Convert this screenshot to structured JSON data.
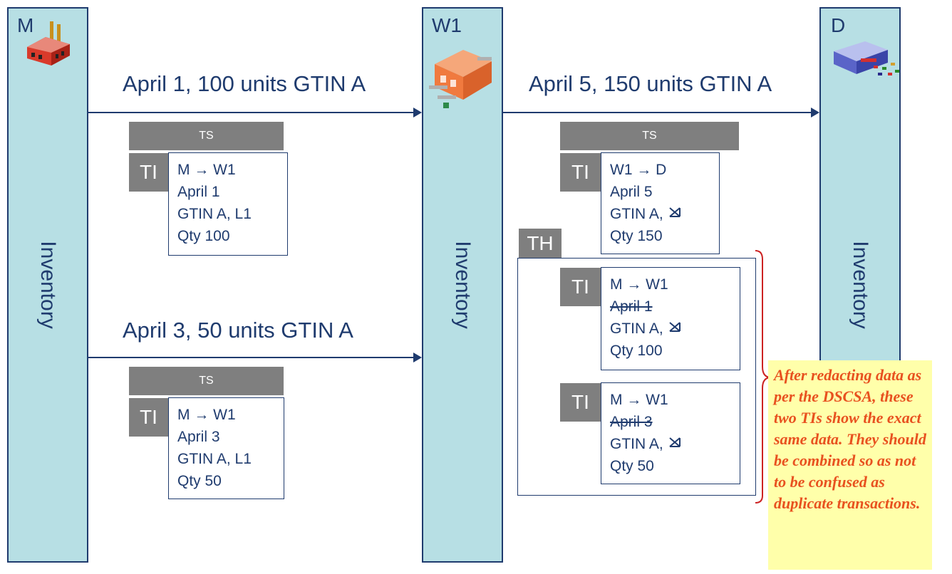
{
  "columns": [
    {
      "letter": "M",
      "label": "Inventory"
    },
    {
      "letter": "W1",
      "label": "Inventory"
    },
    {
      "letter": "D",
      "label": "Inventory"
    }
  ],
  "flows": [
    {
      "label": "April 1, 100 units GTIN A"
    },
    {
      "label": "April 3, 50 units GTIN A"
    },
    {
      "label": "April 5, 150 units GTIN A"
    }
  ],
  "ts_label": "TS",
  "ti_label": "TI",
  "th_label": "TH",
  "ti_boxes": {
    "m_w1_april1": {
      "route": "M → W1",
      "date": "April 1",
      "product": "GTIN A, L1",
      "qty": "Qty 100"
    },
    "m_w1_april3": {
      "route": "M → W1",
      "date": "April 3",
      "product": "GTIN A, L1",
      "qty": "Qty 50"
    },
    "w1_d_april5": {
      "route": "W1 → D",
      "date": "April 5",
      "product": "GTIN A,",
      "qty": "Qty 150"
    },
    "th_1": {
      "route": "M → W1",
      "date": "April 1",
      "product": "GTIN A,",
      "qty": "Qty 100"
    },
    "th_2": {
      "route": "M → W1",
      "date": "April 3",
      "product": "GTIN A,",
      "qty": "Qty 50"
    }
  },
  "note": {
    "text": "After redacting data as per the DSCSA, these two TIs show the exact same data. They should be combined so as not to be confused as duplicate transactions."
  },
  "icons": {
    "manufacturer": "factory-icon",
    "warehouse": "warehouse-icon",
    "dispenser": "pharmacy-building-icon"
  },
  "colors": {
    "navy": "#1f3b6e",
    "column_fill": "#b7dfe4",
    "tag_gray": "#7f7f7f",
    "note_bg": "#ffffaa",
    "note_text": "#e8511f",
    "bracket": "#cc2222"
  }
}
